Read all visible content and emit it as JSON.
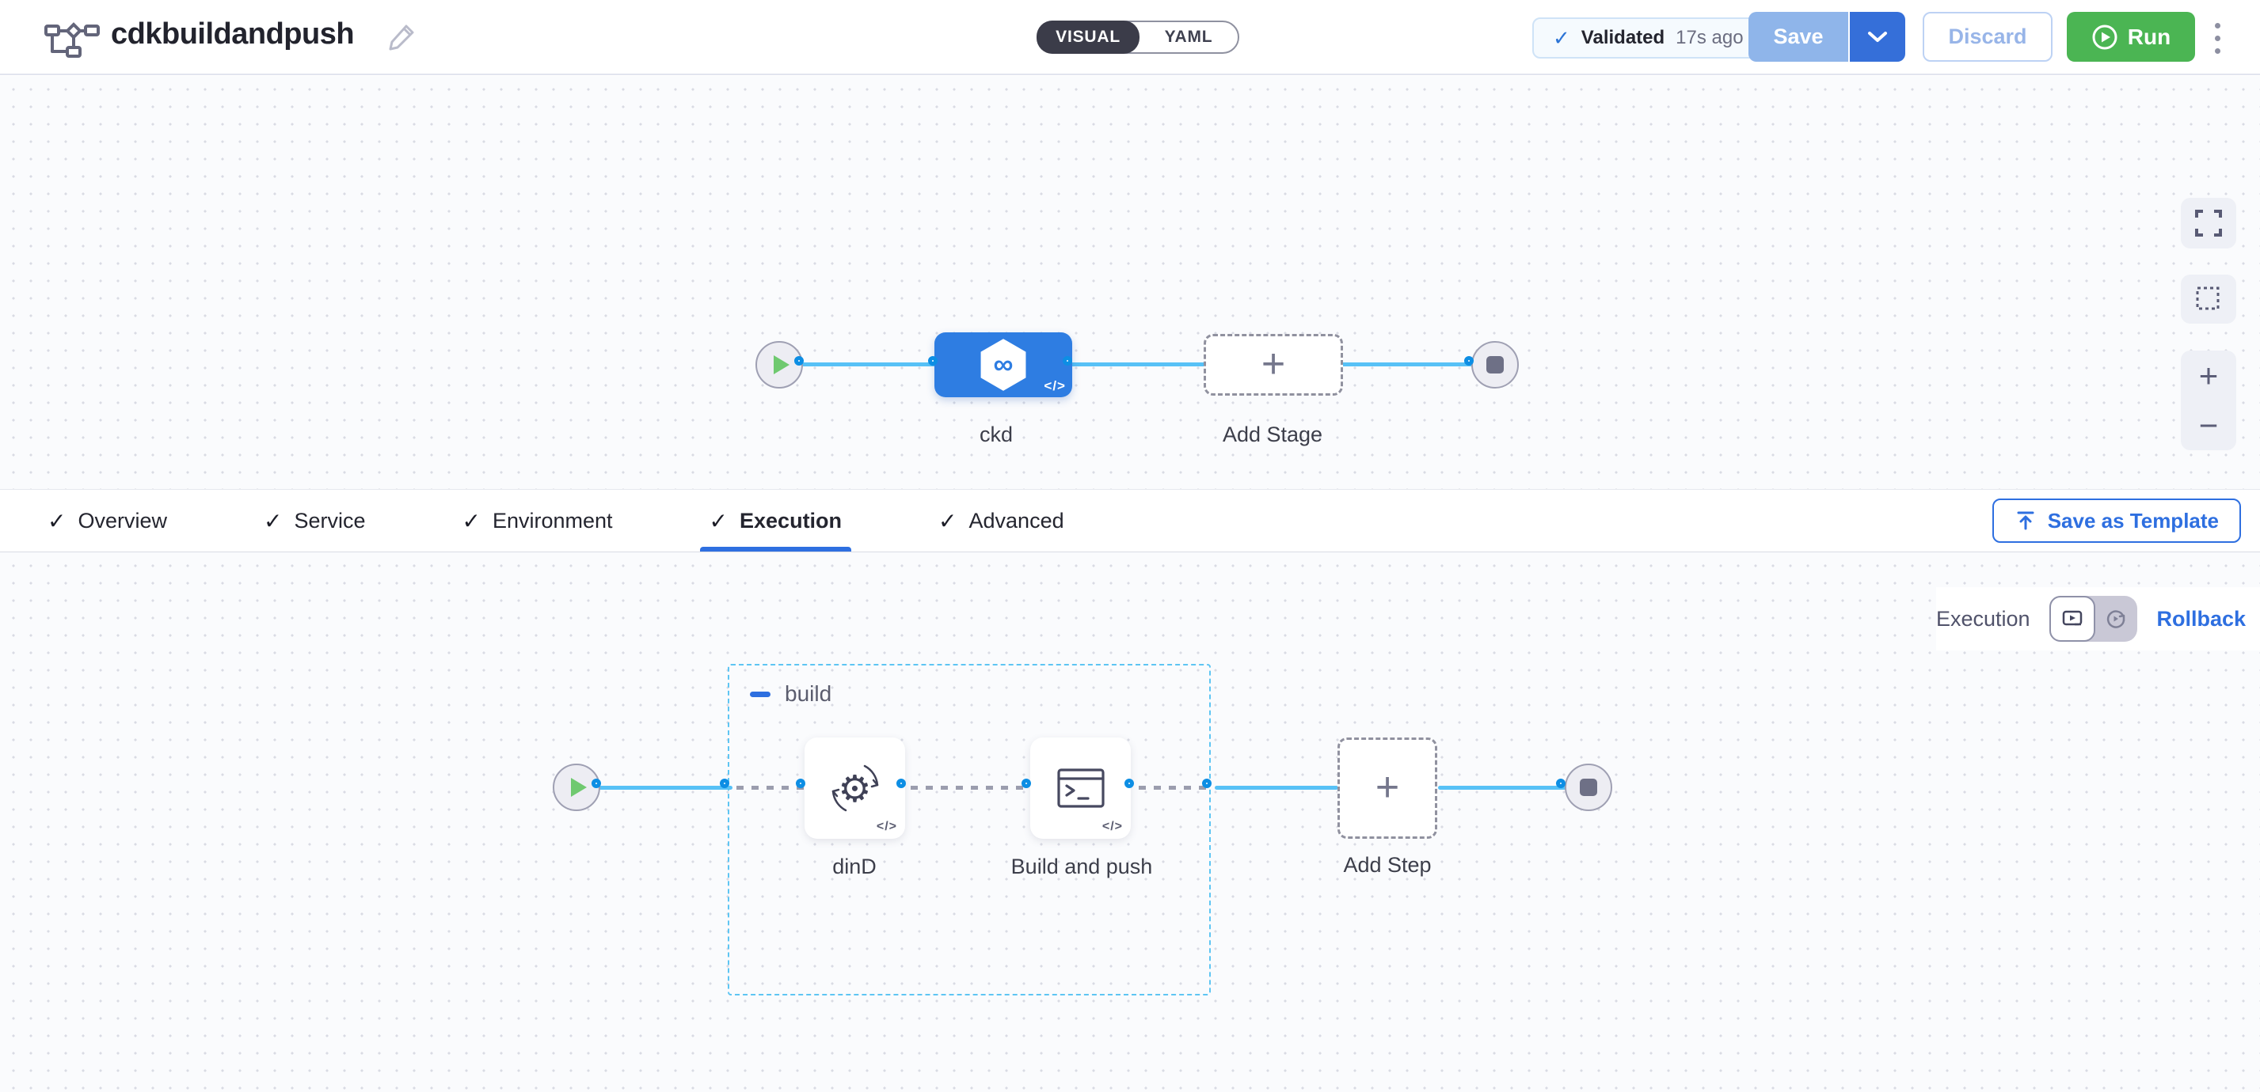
{
  "header": {
    "title": "cdkbuildandpush",
    "mode_toggle": {
      "visual": "VISUAL",
      "yaml": "YAML"
    },
    "validation": {
      "status": "Validated",
      "time": "17s ago"
    },
    "actions": {
      "save": "Save",
      "discard": "Discard",
      "run": "Run"
    }
  },
  "tabs": {
    "items": [
      {
        "label": "Overview"
      },
      {
        "label": "Service"
      },
      {
        "label": "Environment"
      },
      {
        "label": "Execution"
      },
      {
        "label": "Advanced"
      }
    ],
    "active": "Execution",
    "save_as_template": "Save as Template"
  },
  "stage_canvas": {
    "stage_label": "ckd",
    "add_stage_label": "Add Stage"
  },
  "execution_panel": {
    "mode_label": "Execution",
    "rollback_label": "Rollback"
  },
  "step_canvas": {
    "group_label": "build",
    "steps": [
      {
        "label": "dinD"
      },
      {
        "label": "Build and push"
      }
    ],
    "add_step_label": "Add Step"
  },
  "icons": {
    "check": "✓",
    "plus": "+",
    "minus": "–",
    "infinity": "∞",
    "gear": "⚙",
    "code_badge": "</>"
  },
  "colors": {
    "accent_blue": "#2e6fe0",
    "stage_blue": "#2e7de2",
    "connector_blue": "#57c1f6",
    "run_green": "#4bb553",
    "save_disabled": "#8fb5ea",
    "dark_toggle": "#3b3c49"
  }
}
